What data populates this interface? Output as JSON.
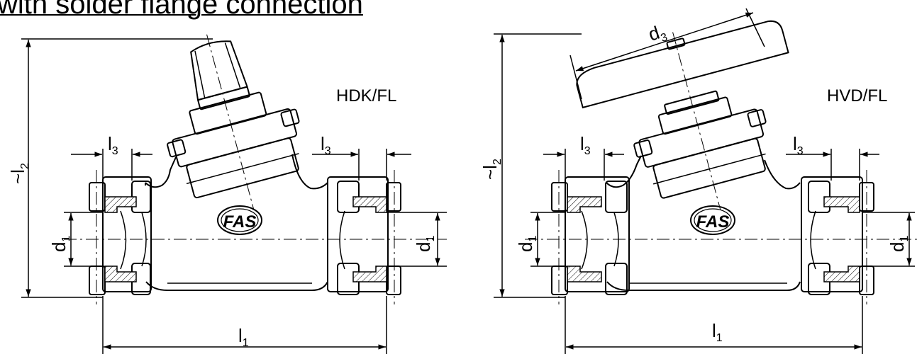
{
  "title": "with solder flange connection",
  "logo_text": "FAS",
  "left_drawing": {
    "model": "HDK/FL",
    "dims": {
      "l1": {
        "base": "l",
        "sub": "1"
      },
      "l2": {
        "prefix": "~",
        "base": "l",
        "sub": "2"
      },
      "l3": {
        "base": "l",
        "sub": "3"
      },
      "d1": {
        "base": "d",
        "sub": "1"
      }
    }
  },
  "right_drawing": {
    "model": "HVD/FL",
    "dims": {
      "l1": {
        "base": "l",
        "sub": "1"
      },
      "l2": {
        "prefix": "~",
        "base": "l",
        "sub": "2"
      },
      "l3": {
        "base": "l",
        "sub": "3"
      },
      "d1": {
        "base": "d",
        "sub": "1"
      },
      "d3": {
        "base": "d",
        "sub": "3"
      }
    }
  }
}
